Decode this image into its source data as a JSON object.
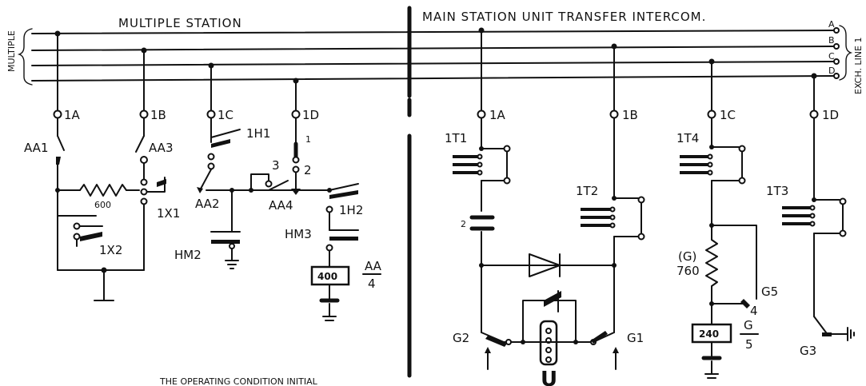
{
  "headers": {
    "left": "MULTIPLE STATION",
    "right": "MAIN STATION UNIT TRANSFER INTERCOM.",
    "multiple": "MULTIPLE",
    "exch": "EXCH. LINE 1",
    "footer": "THE OPERATING CONDITION INITIAL"
  },
  "buses": [
    "A",
    "B",
    "C",
    "D"
  ],
  "multiple_station": {
    "terminals": [
      "1A",
      "1B",
      "1C",
      "1D"
    ],
    "contacts": [
      "AA1",
      "AA3",
      "1X1",
      "1X2",
      "AA2",
      "1H1",
      "HM2",
      "AA4",
      "1H2",
      "HM3"
    ],
    "resistor": "600",
    "points": [
      "1",
      "2",
      "3"
    ],
    "relay": {
      "value": "400",
      "name": "AA",
      "num": "4"
    }
  },
  "main_station": {
    "terminals": [
      "1A",
      "1B",
      "1C",
      "1D"
    ],
    "jacks": [
      "1T1",
      "1T2",
      "1T4",
      "1T3"
    ],
    "capacitor": "2",
    "contacts": [
      "G2",
      "G1",
      "G5",
      "G3"
    ],
    "resistor": {
      "tag": "(G)",
      "value": "760"
    },
    "relay": {
      "value": "240",
      "name": "G",
      "num": "5"
    },
    "g5_sub": "4",
    "lamp_label": "U"
  }
}
